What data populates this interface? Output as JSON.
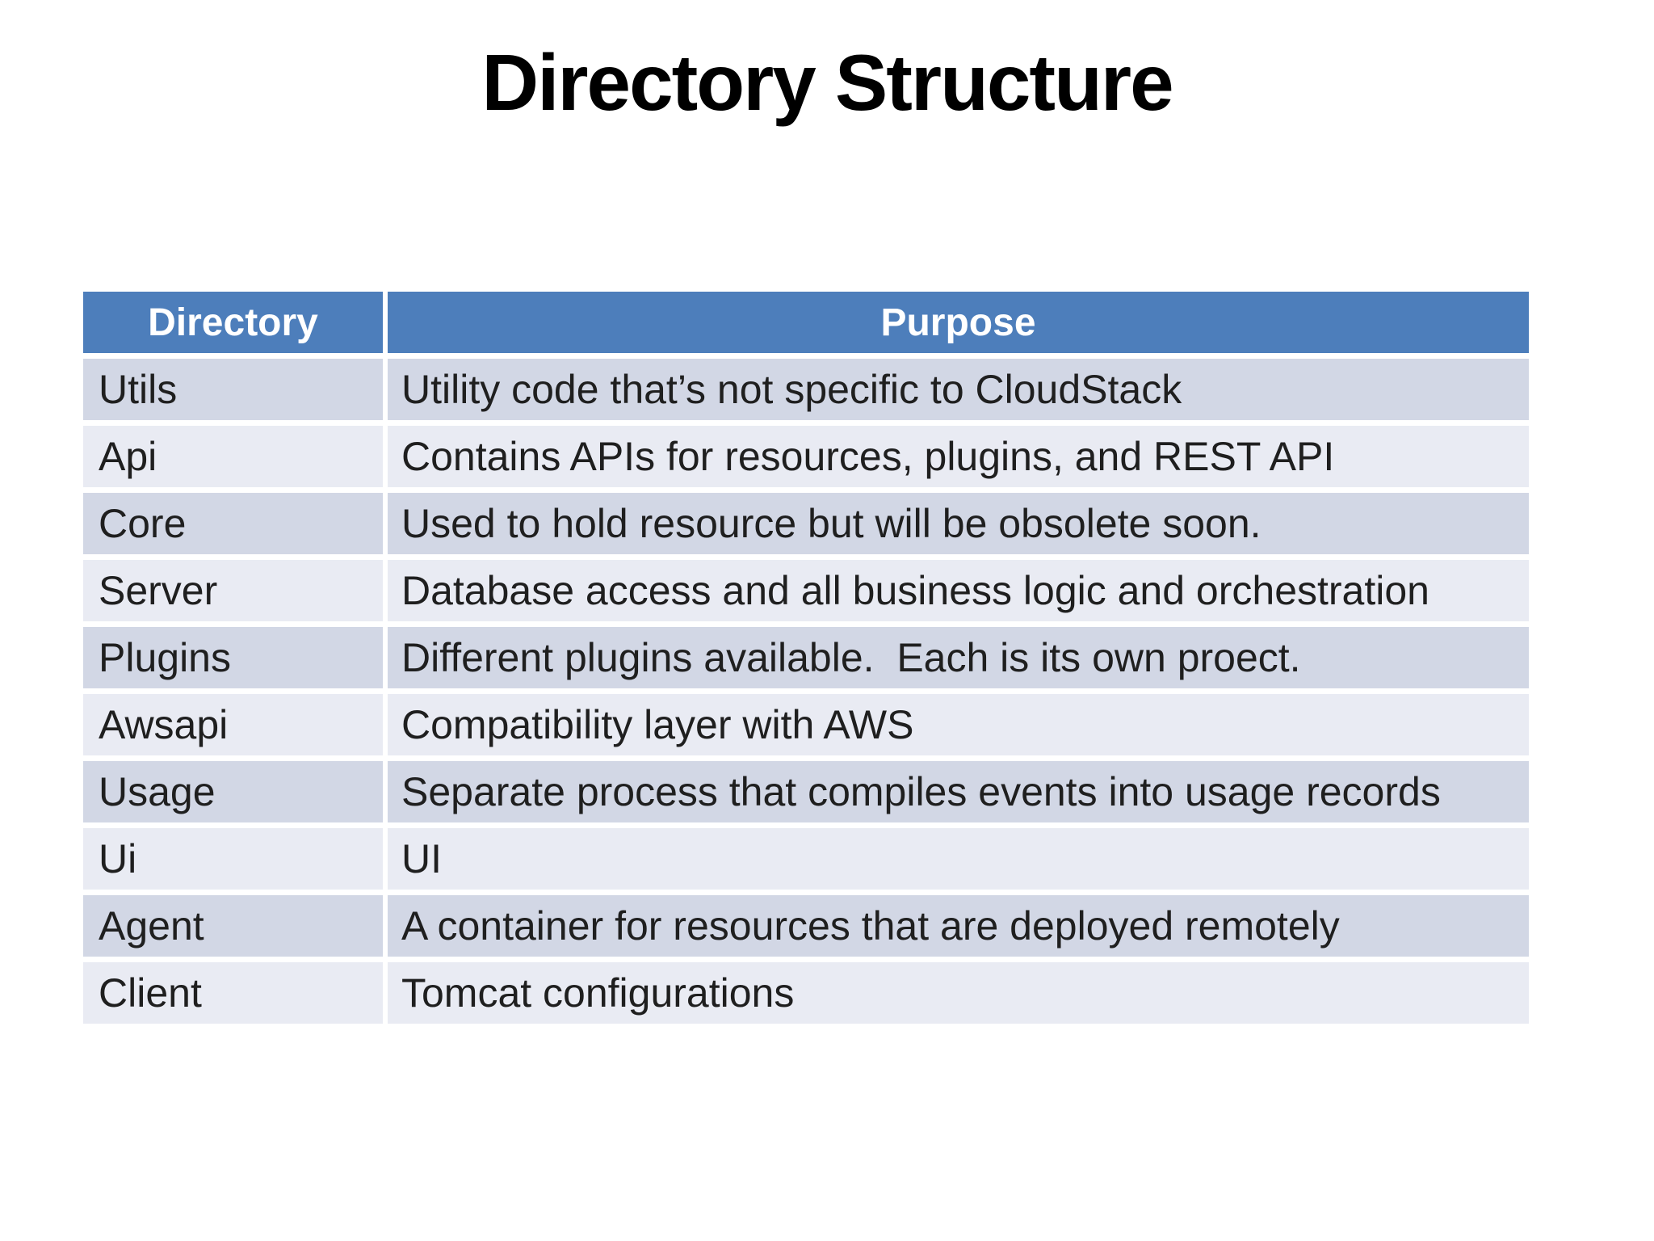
{
  "title": "Directory Structure",
  "colors": {
    "header_bg": "#4D7EBB",
    "band_dark": "#D2D7E5",
    "band_light": "#E9EBF3",
    "header_text": "#FFFFFF",
    "body_text": "#1F1F1F",
    "title_text": "#000000"
  },
  "table": {
    "headers": [
      "Directory",
      "Purpose"
    ],
    "rows": [
      {
        "directory": "Utils",
        "purpose": "Utility code that’s not specific to CloudStack"
      },
      {
        "directory": "Api",
        "purpose": "Contains APIs for resources, plugins, and REST API"
      },
      {
        "directory": "Core",
        "purpose": "Used to hold resource but will be obsolete soon."
      },
      {
        "directory": "Server",
        "purpose": "Database access and all business logic and orchestration"
      },
      {
        "directory": "Plugins",
        "purpose": "Different plugins available.  Each is its own proect."
      },
      {
        "directory": "Awsapi",
        "purpose": "Compatibility layer with AWS"
      },
      {
        "directory": "Usage",
        "purpose": "Separate process that compiles events into usage records"
      },
      {
        "directory": "Ui",
        "purpose": "UI"
      },
      {
        "directory": "Agent",
        "purpose": "A container for resources that are deployed remotely"
      },
      {
        "directory": "Client",
        "purpose": "Tomcat configurations"
      }
    ]
  }
}
